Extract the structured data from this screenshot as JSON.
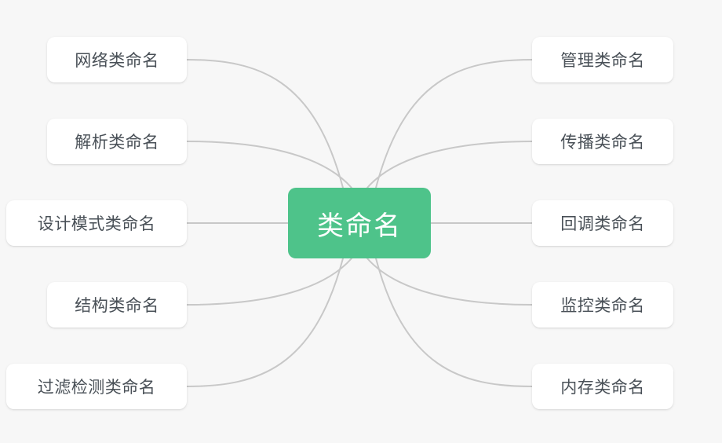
{
  "diagram": {
    "type": "mind-map",
    "background_color": "#f7f7f7",
    "connector_color": "#c8c8c8",
    "center": {
      "label": "类命名",
      "background_color": "#4ec38a",
      "text_color": "#ffffff"
    },
    "node_style": {
      "background_color": "#ffffff",
      "text_color": "#495057"
    },
    "left_branches": [
      {
        "label": "网络类命名"
      },
      {
        "label": "解析类命名"
      },
      {
        "label": "设计模式类命名"
      },
      {
        "label": "结构类命名"
      },
      {
        "label": "过滤检测类命名"
      }
    ],
    "right_branches": [
      {
        "label": "管理类命名"
      },
      {
        "label": "传播类命名"
      },
      {
        "label": "回调类命名"
      },
      {
        "label": "监控类命名"
      },
      {
        "label": "内存类命名"
      }
    ]
  }
}
